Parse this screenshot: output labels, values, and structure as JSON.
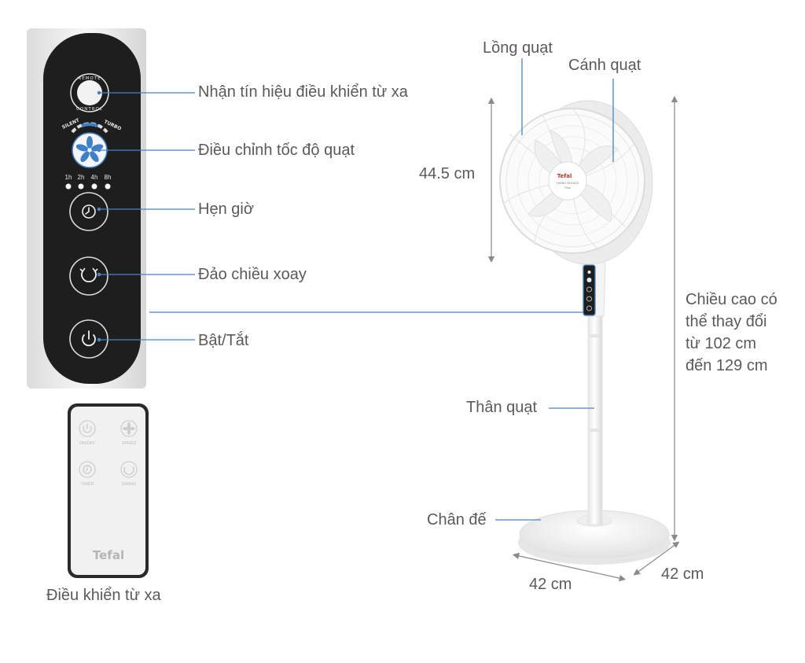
{
  "control_panel": {
    "remote_ring_top": "REMOTE",
    "remote_ring_bottom": "CONTROL",
    "speed_left": "SILENT",
    "speed_right": "TURBO",
    "timers": [
      "1h",
      "2h",
      "4h",
      "8h"
    ]
  },
  "callouts": {
    "remote_receiver": "Nhận tín hiệu điều khiển từ xa",
    "speed": "Điều chỉnh tốc độ quạt",
    "timer": "Hẹn giờ",
    "swing": "Đảo chiều xoay",
    "power": "Bật/Tắt"
  },
  "remote": {
    "buttons": [
      "ON/OFF",
      "SPEED",
      "TIMER",
      "SWING"
    ],
    "brand": "Tefal",
    "caption": "Điều khiển từ xa"
  },
  "fan": {
    "cage_label": "Lồng quạt",
    "blade_label": "Cánh quạt",
    "head_height": "44.5 cm",
    "height_lines": [
      "Chiều cao có",
      "thể thay đổi",
      "từ 102 cm",
      "đến 129 cm"
    ],
    "body_label": "Thân quạt",
    "base_label": "Chân đế",
    "base_width": "42 cm",
    "base_depth": "42 cm",
    "hub_brand": "Tefal",
    "hub_model": "TURBO SILENCE",
    "hub_sub": "Plus"
  },
  "colors": {
    "panel_dark": "#1e1e1e",
    "accent_blue": "#3f7fc8",
    "leader_line": "#4a82c8",
    "dimension_line": "#909090"
  }
}
